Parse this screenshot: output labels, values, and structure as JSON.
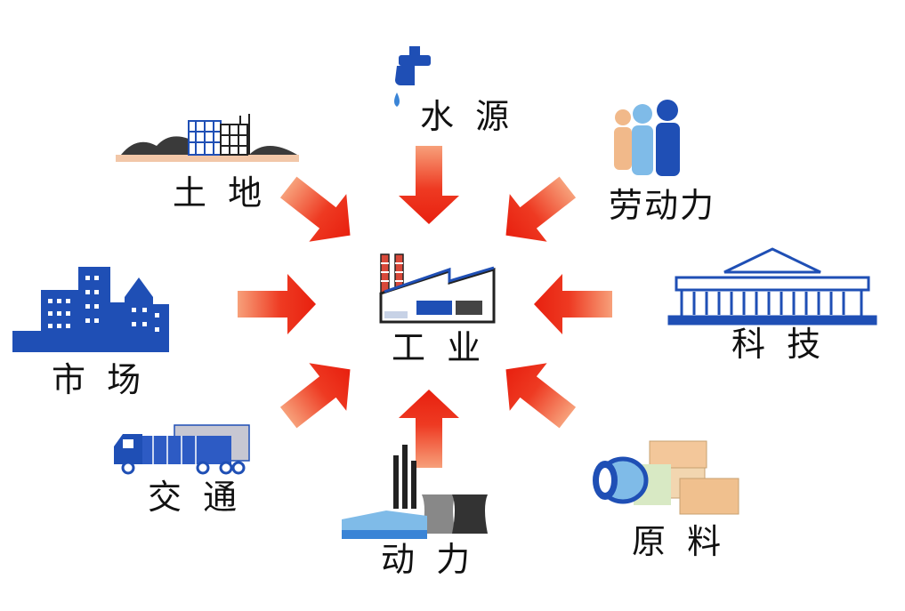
{
  "center": {
    "label": "工 业"
  },
  "factors": {
    "water": {
      "label": "水 源",
      "icon": "water-tap-icon"
    },
    "labor": {
      "label": "劳动力",
      "icon": "people-icon"
    },
    "tech": {
      "label": "科 技",
      "icon": "institution-building-icon"
    },
    "raw": {
      "label": "原 料",
      "icon": "raw-materials-icon"
    },
    "power": {
      "label": "动 力",
      "icon": "power-plant-icon"
    },
    "transport": {
      "label": "交 通",
      "icon": "truck-icon"
    },
    "market": {
      "label": "市 场",
      "icon": "city-buildings-icon"
    },
    "land": {
      "label": "土 地",
      "icon": "land-buildings-icon"
    }
  },
  "colors": {
    "arrow": "#ee2c1c",
    "arrow_light": "#f7a07a",
    "icon_blue": "#1f4fb5",
    "light_blue": "#6fb3e6"
  }
}
